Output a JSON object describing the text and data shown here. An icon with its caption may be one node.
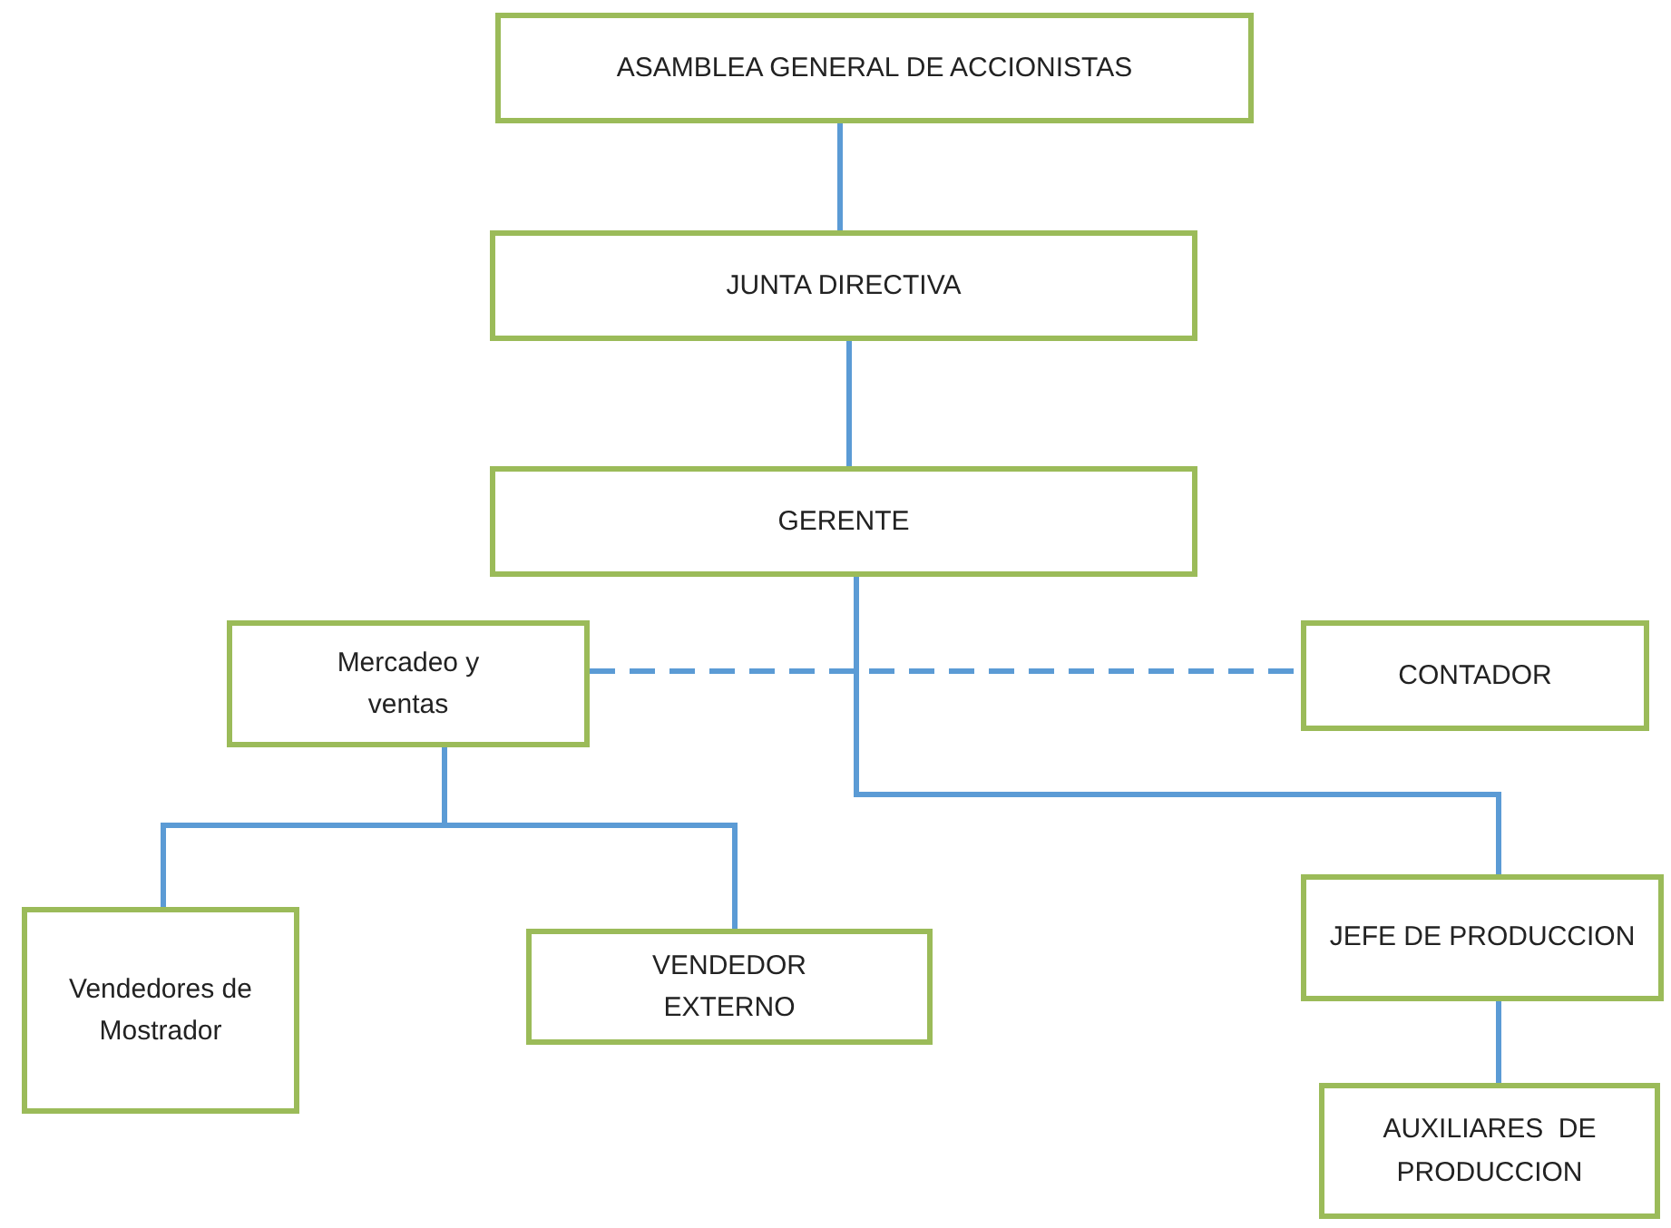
{
  "diagram": {
    "nodes": [
      {
        "text": [
          "ASAMBLEA GENERAL DE ACCIONISTAS"
        ]
      },
      {
        "text": [
          "JUNTA DIRECTIVA"
        ]
      },
      {
        "text": [
          "GERENTE"
        ]
      },
      {
        "text": [
          "Mercadeo y ventas"
        ]
      },
      {
        "text": [
          "CONTADOR"
        ]
      },
      {
        "text": [
          "Vendedores de Mostrador"
        ]
      },
      {
        "text": [
          "VENDEDOR EXTERNO"
        ]
      },
      {
        "text": [
          "JEFE DE PRODUCCION"
        ]
      },
      {
        "text": [
          "AUXILIARES  DE PRODUCCION"
        ]
      }
    ],
    "edges": [
      {
        "from": 0,
        "to": 1,
        "arrow": "none"
      },
      {
        "from": 1,
        "to": 2,
        "arrow": "none"
      },
      {
        "from": 2,
        "to": 7,
        "arrow": "none"
      },
      {
        "from": 3,
        "to": 4,
        "arrow": "none",
        "style": "dashed"
      },
      {
        "from": 3,
        "to": 5,
        "arrow": "none"
      },
      {
        "from": 3,
        "to": 6,
        "arrow": "none"
      },
      {
        "from": 7,
        "to": 8,
        "arrow": "none"
      }
    ]
  }
}
